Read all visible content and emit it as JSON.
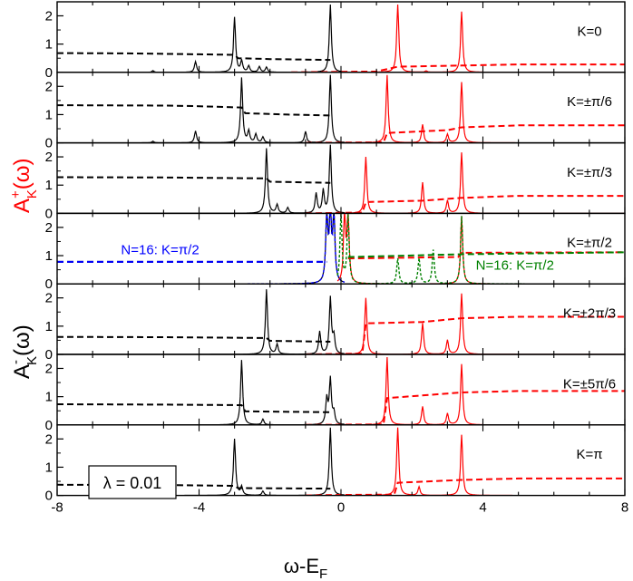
{
  "chart_data": {
    "type": "line",
    "xlabel_main": "ω-E",
    "xlabel_sub": "F",
    "ylabel_top": {
      "main": "A",
      "sup": "+",
      "sub": "K",
      "tail": "(ω)",
      "color": "#ff0000"
    },
    "ylabel_bottom": {
      "main": "A",
      "sup": "-",
      "sub": "K",
      "tail": "(ω)",
      "color": "#000000"
    },
    "xlim": [
      -8,
      8
    ],
    "xticks": [
      "-8",
      "-4",
      "0",
      "4",
      "8"
    ],
    "ylim": [
      0,
      2.4
    ],
    "yticks": [
      "0",
      "1",
      "2"
    ],
    "grid": false,
    "colors": {
      "minus": "#000000",
      "plus": "#ff0000",
      "n16_minus": "#0000ff",
      "n16_plus": "#008000"
    },
    "lambda_label": "λ = 0.01",
    "panels": [
      {
        "label": "K=0",
        "minus_peaks": [
          [
            -5.3,
            0.06
          ],
          [
            -4.1,
            0.38
          ],
          [
            -3.0,
            1.95
          ],
          [
            -2.8,
            0.4
          ],
          [
            -2.6,
            0.22
          ],
          [
            -2.3,
            0.2
          ],
          [
            -2.1,
            0.18
          ],
          [
            -0.3,
            2.4
          ]
        ],
        "plus_peaks": [
          [
            1.6,
            2.4
          ],
          [
            3.4,
            2.15
          ],
          [
            2.4,
            0.05
          ]
        ],
        "minus_cumulative": [
          [
            -8,
            0.68
          ],
          [
            -6,
            0.67
          ],
          [
            -4,
            0.64
          ],
          [
            -3.0,
            0.62
          ],
          [
            -2.9,
            0.5
          ],
          [
            -2,
            0.47
          ],
          [
            -0.3,
            0.44
          ]
        ],
        "plus_cumulative": [
          [
            -1.4,
            0.0
          ],
          [
            0,
            0.02
          ],
          [
            1.0,
            0.03
          ],
          [
            1.6,
            0.2
          ],
          [
            3.4,
            0.24
          ],
          [
            5,
            0.28
          ],
          [
            8,
            0.28
          ]
        ]
      },
      {
        "label": "K=±π/6",
        "minus_peaks": [
          [
            -5.3,
            0.06
          ],
          [
            -4.1,
            0.42
          ],
          [
            -2.8,
            2.3
          ],
          [
            -2.6,
            0.4
          ],
          [
            -2.4,
            0.3
          ],
          [
            -2.2,
            0.2
          ],
          [
            -1.0,
            0.4
          ],
          [
            -0.3,
            2.4
          ]
        ],
        "plus_peaks": [
          [
            1.3,
            2.4
          ],
          [
            2.3,
            0.65
          ],
          [
            3.0,
            0.3
          ],
          [
            3.4,
            2.15
          ]
        ],
        "minus_cumulative": [
          [
            -8,
            1.33
          ],
          [
            -5,
            1.32
          ],
          [
            -4.1,
            1.3
          ],
          [
            -2.8,
            1.25
          ],
          [
            -2.7,
            1.05
          ],
          [
            -1.5,
            1.0
          ],
          [
            -0.3,
            0.97
          ]
        ],
        "plus_cumulative": [
          [
            -1.0,
            0.0
          ],
          [
            0,
            0.01
          ],
          [
            1.2,
            0.02
          ],
          [
            1.3,
            0.35
          ],
          [
            3.0,
            0.45
          ],
          [
            3.4,
            0.55
          ],
          [
            5,
            0.62
          ],
          [
            8,
            0.62
          ]
        ]
      },
      {
        "label": "K=±π/3",
        "minus_peaks": [
          [
            -2.1,
            2.3
          ],
          [
            -1.8,
            0.3
          ],
          [
            -1.5,
            0.2
          ],
          [
            -0.7,
            0.7
          ],
          [
            -0.5,
            0.8
          ],
          [
            -0.3,
            2.4
          ]
        ],
        "plus_peaks": [
          [
            0.7,
            2.0
          ],
          [
            2.3,
            1.1
          ],
          [
            3.0,
            0.45
          ],
          [
            3.4,
            2.15
          ]
        ],
        "minus_cumulative": [
          [
            -8,
            1.28
          ],
          [
            -5,
            1.27
          ],
          [
            -2.1,
            1.24
          ],
          [
            -2.0,
            1.12
          ],
          [
            -0.3,
            1.08
          ]
        ],
        "plus_cumulative": [
          [
            -1.0,
            0.0
          ],
          [
            0,
            0.02
          ],
          [
            0.6,
            0.03
          ],
          [
            0.7,
            0.4
          ],
          [
            2.3,
            0.45
          ],
          [
            3.4,
            0.55
          ],
          [
            5,
            0.62
          ],
          [
            8,
            0.62
          ]
        ]
      },
      {
        "label": "K=±π/2",
        "minus_peaks": [
          [
            -0.4,
            2.4
          ],
          [
            -0.3,
            2.4
          ],
          [
            -0.2,
            2.4
          ]
        ],
        "plus_peaks": [
          [
            0.1,
            2.4
          ],
          [
            0.2,
            2.4
          ],
          [
            3.4,
            2.4
          ]
        ],
        "minus_cumulative": [
          [
            -8,
            0.78
          ],
          [
            -0.4,
            0.78
          ]
        ],
        "plus_cumulative": [
          [
            0.2,
            0.9
          ],
          [
            3.3,
            0.95
          ],
          [
            3.4,
            1.1
          ],
          [
            8,
            1.12
          ]
        ],
        "n16_minus_label": "N=16: K=π/2",
        "n16_plus_label": "N=16: K=π/2",
        "n16_minus_peaks": [
          [
            -0.4,
            2.4
          ],
          [
            -0.3,
            2.4
          ],
          [
            -0.2,
            2.4
          ]
        ],
        "n16_plus_peaks": [
          [
            0.0,
            2.4
          ],
          [
            0.2,
            2.4
          ],
          [
            1.6,
            0.9
          ],
          [
            2.2,
            0.9
          ],
          [
            2.6,
            1.2
          ],
          [
            3.4,
            2.4
          ]
        ],
        "n16_minus_cumulative": [
          [
            -8,
            0.78
          ],
          [
            -0.4,
            0.78
          ]
        ],
        "n16_plus_cumulative": [
          [
            0.2,
            0.95
          ],
          [
            3.4,
            1.05
          ],
          [
            8,
            1.12
          ]
        ]
      },
      {
        "label": "K=±2π/3",
        "minus_peaks": [
          [
            -2.1,
            2.3
          ],
          [
            -1.8,
            0.35
          ],
          [
            -0.6,
            0.8
          ],
          [
            -0.3,
            2.0
          ],
          [
            -0.2,
            0.6
          ]
        ],
        "plus_peaks": [
          [
            0.7,
            2.0
          ],
          [
            2.3,
            1.1
          ],
          [
            3.0,
            0.5
          ],
          [
            3.4,
            2.15
          ]
        ],
        "minus_cumulative": [
          [
            -8,
            0.62
          ],
          [
            -5,
            0.61
          ],
          [
            -2.1,
            0.58
          ],
          [
            -2.0,
            0.48
          ],
          [
            -0.3,
            0.45
          ]
        ],
        "plus_cumulative": [
          [
            -1.0,
            0.0
          ],
          [
            0,
            0.02
          ],
          [
            0.6,
            0.03
          ],
          [
            0.7,
            1.1
          ],
          [
            2.3,
            1.15
          ],
          [
            3.4,
            1.28
          ],
          [
            5,
            1.33
          ],
          [
            8,
            1.33
          ]
        ]
      },
      {
        "label": "K=±5π/6",
        "minus_peaks": [
          [
            -2.8,
            2.3
          ],
          [
            -2.2,
            0.2
          ],
          [
            -0.4,
            0.9
          ],
          [
            -0.3,
            1.6
          ],
          [
            -0.2,
            0.4
          ]
        ],
        "plus_peaks": [
          [
            1.3,
            2.4
          ],
          [
            2.3,
            0.65
          ],
          [
            3.0,
            0.4
          ],
          [
            3.4,
            2.15
          ]
        ],
        "minus_cumulative": [
          [
            -8,
            0.73
          ],
          [
            -5,
            0.72
          ],
          [
            -2.8,
            0.7
          ],
          [
            -2.7,
            0.48
          ],
          [
            -0.3,
            0.45
          ]
        ],
        "plus_cumulative": [
          [
            -1.0,
            0.0
          ],
          [
            0,
            0.01
          ],
          [
            1.2,
            0.02
          ],
          [
            1.3,
            0.95
          ],
          [
            3.4,
            1.15
          ],
          [
            5,
            1.2
          ],
          [
            8,
            1.2
          ]
        ]
      },
      {
        "label": "K=π",
        "minus_peaks": [
          [
            -3.0,
            2.0
          ],
          [
            -2.8,
            0.3
          ],
          [
            -2.2,
            0.15
          ],
          [
            -0.3,
            2.4
          ]
        ],
        "plus_peaks": [
          [
            1.6,
            2.4
          ],
          [
            2.2,
            0.3
          ],
          [
            3.4,
            2.15
          ]
        ],
        "minus_cumulative": [
          [
            -8,
            0.38
          ],
          [
            -5,
            0.37
          ],
          [
            -3.0,
            0.34
          ],
          [
            -2.9,
            0.26
          ],
          [
            -0.3,
            0.24
          ]
        ],
        "plus_cumulative": [
          [
            -1.0,
            0.0
          ],
          [
            0,
            0.02
          ],
          [
            1.5,
            0.03
          ],
          [
            1.6,
            0.45
          ],
          [
            3.4,
            0.55
          ],
          [
            5,
            0.6
          ],
          [
            8,
            0.6
          ]
        ]
      }
    ]
  }
}
